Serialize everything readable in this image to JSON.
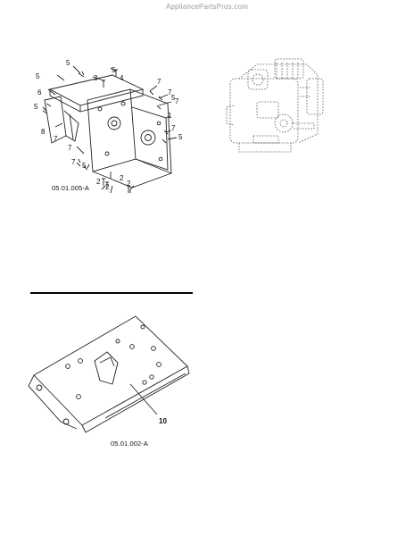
{
  "watermark": "AppliancePartsPros.com",
  "figures": {
    "gearbox_assembly": {
      "caption": "05.01.005-A",
      "callouts": [
        "5",
        "3",
        "5",
        "4",
        "5",
        "6",
        "5",
        "7",
        "7",
        "5",
        "7",
        "1",
        "8",
        "7",
        "7",
        "7",
        "5",
        "7",
        "5",
        "2",
        "2",
        "2",
        "2"
      ]
    },
    "engine": {},
    "base_plate": {
      "caption": "05.01.002-A",
      "callouts": [
        "10"
      ]
    }
  }
}
